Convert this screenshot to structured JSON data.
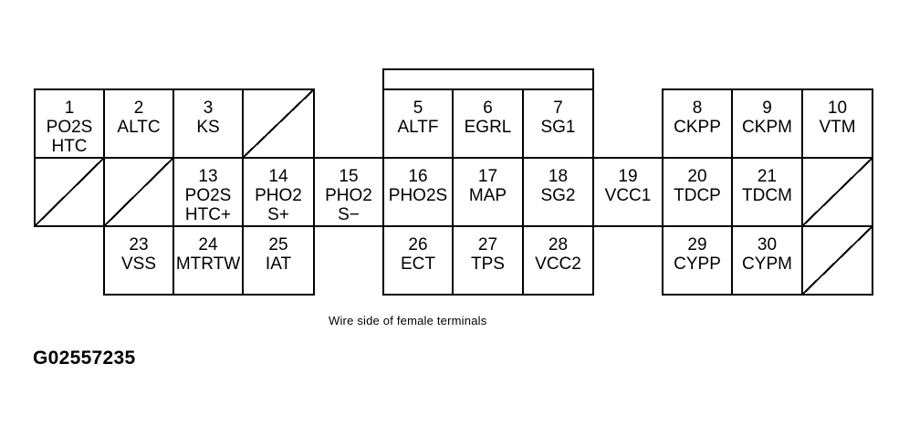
{
  "terminals": [
    {
      "pin": "1",
      "lines": [
        "PO2S",
        "HTC"
      ]
    },
    {
      "pin": "2",
      "lines": [
        "ALTC"
      ]
    },
    {
      "pin": "3",
      "lines": [
        "KS"
      ]
    },
    {
      "pin": "5",
      "lines": [
        "ALTF"
      ]
    },
    {
      "pin": "6",
      "lines": [
        "EGRL"
      ]
    },
    {
      "pin": "7",
      "lines": [
        "SG1"
      ]
    },
    {
      "pin": "8",
      "lines": [
        "CKPP"
      ]
    },
    {
      "pin": "9",
      "lines": [
        "CKPM"
      ]
    },
    {
      "pin": "10",
      "lines": [
        "VTM"
      ]
    },
    {
      "pin": "13",
      "lines": [
        "PO2S",
        "HTC+"
      ]
    },
    {
      "pin": "14",
      "lines": [
        "PHO2",
        "S+"
      ]
    },
    {
      "pin": "15",
      "lines": [
        "PHO2",
        "S−"
      ]
    },
    {
      "pin": "16",
      "lines": [
        "PHO2S"
      ]
    },
    {
      "pin": "17",
      "lines": [
        "MAP"
      ]
    },
    {
      "pin": "18",
      "lines": [
        "SG2"
      ]
    },
    {
      "pin": "19",
      "lines": [
        "VCC1"
      ]
    },
    {
      "pin": "20",
      "lines": [
        "TDCP"
      ]
    },
    {
      "pin": "21",
      "lines": [
        "TDCM"
      ]
    },
    {
      "pin": "23",
      "lines": [
        "VSS"
      ]
    },
    {
      "pin": "24",
      "lines": [
        "MTRTW"
      ]
    },
    {
      "pin": "25",
      "lines": [
        "IAT"
      ]
    },
    {
      "pin": "26",
      "lines": [
        "ECT"
      ]
    },
    {
      "pin": "27",
      "lines": [
        "TPS"
      ]
    },
    {
      "pin": "28",
      "lines": [
        "VCC2"
      ]
    },
    {
      "pin": "29",
      "lines": [
        "CYPP"
      ]
    },
    {
      "pin": "30",
      "lines": [
        "CYPM"
      ]
    }
  ],
  "caption": "Wire side of female terminals",
  "figure_id": "G02557235"
}
